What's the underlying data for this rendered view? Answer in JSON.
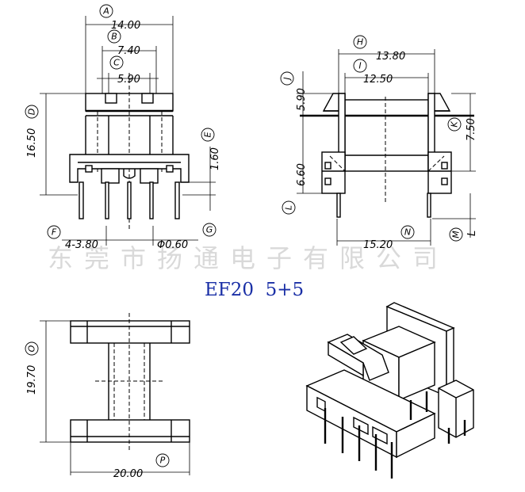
{
  "title": "EF20  5+5",
  "watermark": "东莞市扬通电子有限公司",
  "colors": {
    "title": "#1a2fa6",
    "line": "#000000",
    "watermark": "#9a9a9a"
  },
  "dims": {
    "A": {
      "letter": "A",
      "value": "14.00"
    },
    "B": {
      "letter": "B",
      "value": "7.40"
    },
    "C_top": {
      "letter": "C",
      "value": "5.90"
    },
    "D": {
      "letter": "D",
      "value": "16.50"
    },
    "E": {
      "letter": "E",
      "value": "1.60"
    },
    "F": {
      "letter": "F",
      "value": "4-3.80"
    },
    "G": {
      "letter": "G",
      "value": "Φ0.60"
    },
    "H": {
      "letter": "H",
      "value": "13.80"
    },
    "I": {
      "letter": "I",
      "value": "12.50"
    },
    "J": {
      "letter": "J",
      "value": "5.90"
    },
    "K": {
      "letter": "K",
      "value": "7.50"
    },
    "L": {
      "letter": "L",
      "value": "6.60"
    },
    "M": {
      "letter": "M",
      "value": "L"
    },
    "N": {
      "letter": "N",
      "value": "15.20"
    },
    "O": {
      "letter": "O",
      "value": "19.70"
    },
    "P": {
      "letter": "P",
      "value": "20.00"
    }
  }
}
